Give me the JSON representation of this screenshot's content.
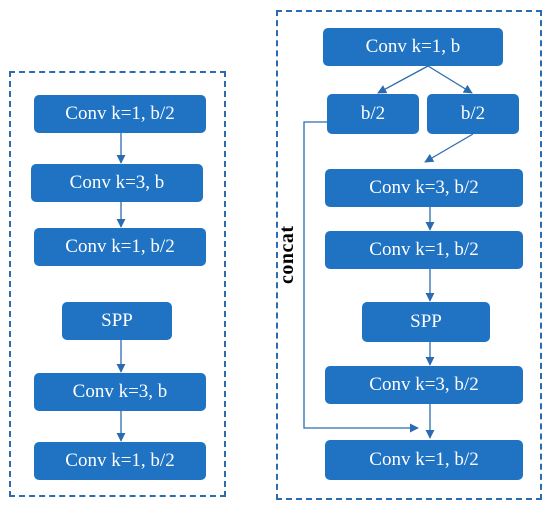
{
  "left": {
    "nodes": [
      "Conv k=1, b/2",
      "Conv k=3, b",
      "Conv k=1, b/2",
      "SPP",
      "Conv k=3, b",
      "Conv k=1, b/2"
    ]
  },
  "right": {
    "top": "Conv k=1, b",
    "split_left": "b/2",
    "split_right": "b/2",
    "nodes": [
      "Conv k=3, b/2",
      "Conv k=1, b/2",
      "SPP",
      "Conv k=3, b/2",
      "Conv k=1, b/2"
    ],
    "concat_label": "concat"
  },
  "colors": {
    "node": "#1f73c2",
    "edge": "#2b6cb0",
    "border": "#2b6cb0"
  }
}
